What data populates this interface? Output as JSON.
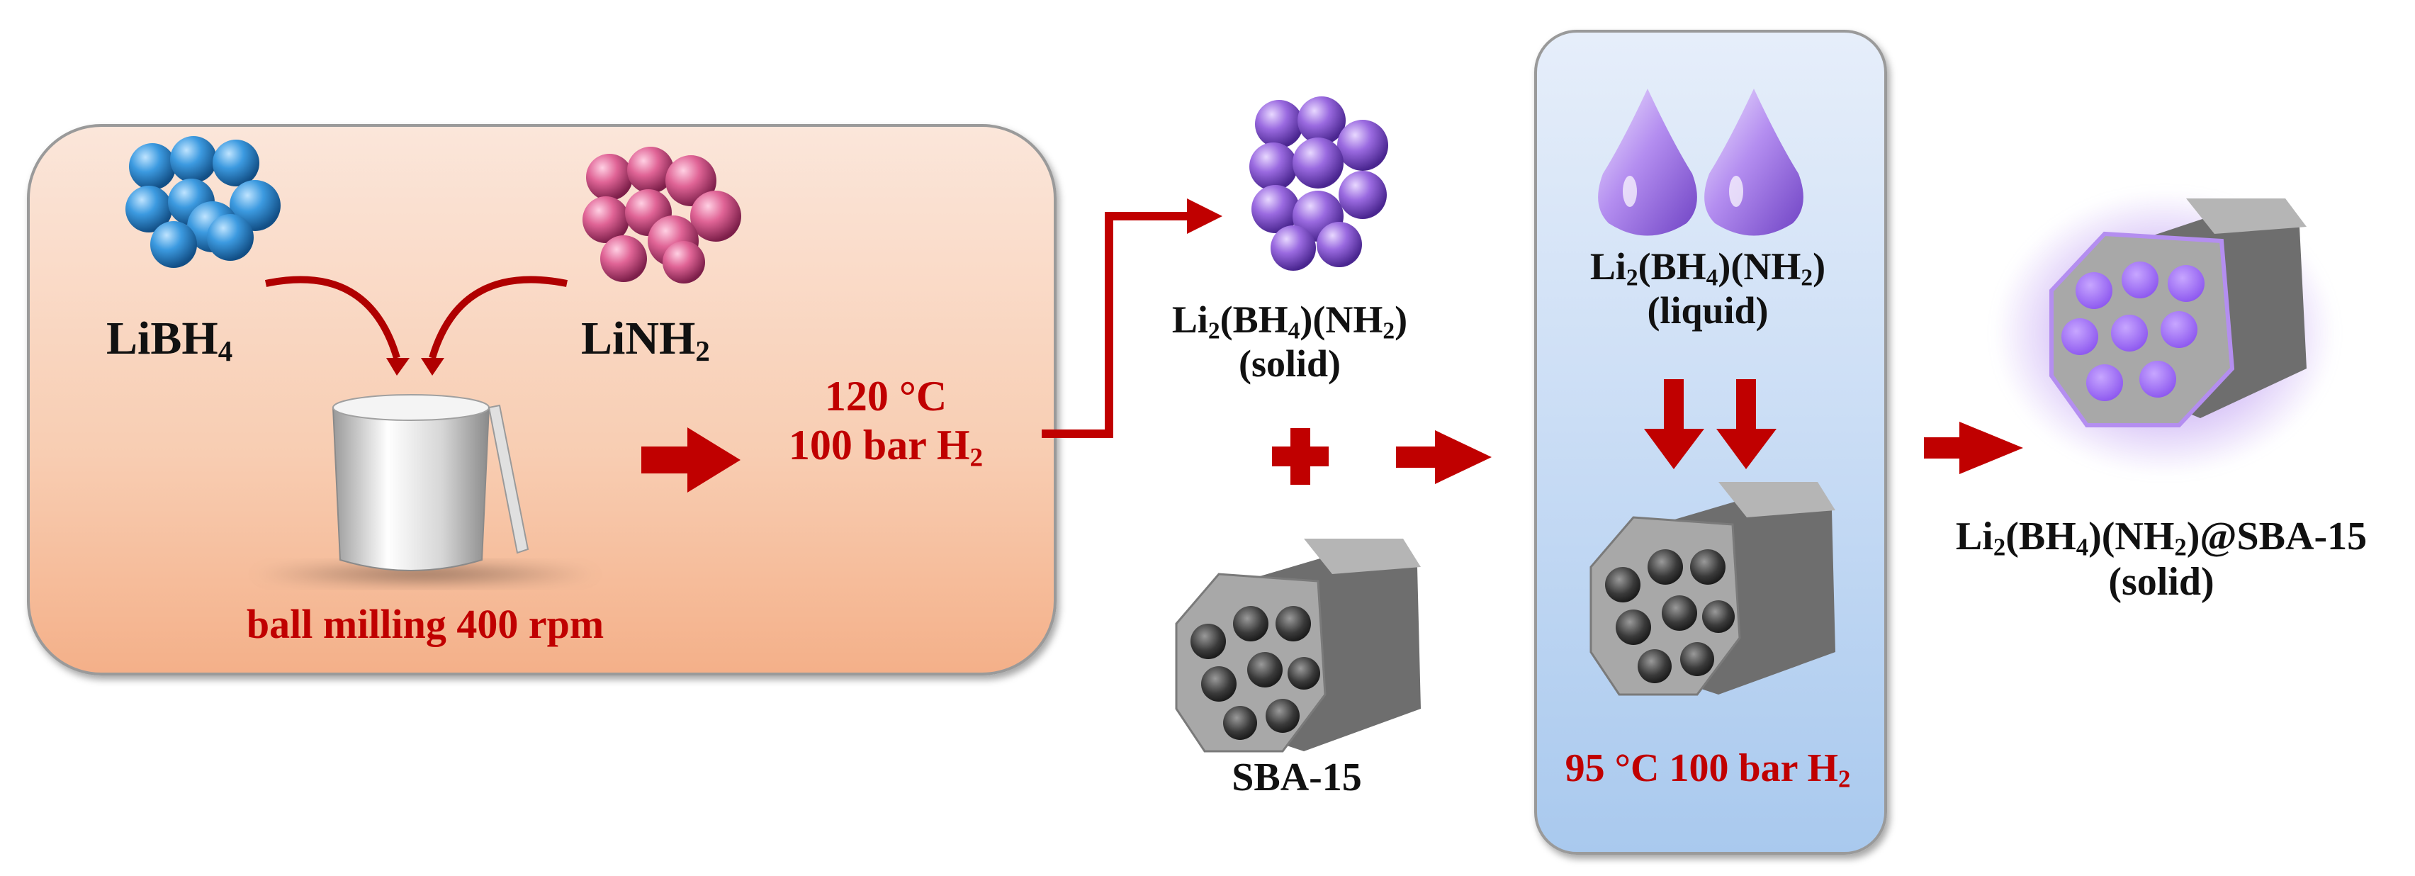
{
  "labels": {
    "libh4": "LiBH",
    "libh4_sub": "4",
    "linh2": "LiNH",
    "linh2_sub": "2",
    "temp1_line1": "120 °C",
    "temp1_line2": "100 bar H",
    "temp1_line2_sub": "2",
    "ball_milling": "ball milling 400 rpm",
    "solid_formula": {
      "a": "Li",
      "s1": "2",
      "b": "(BH",
      "s2": "4",
      "c": ")(NH",
      "s3": "2",
      "d": ")"
    },
    "solid_state": "(solid)",
    "sba15": "SBA-15",
    "liquid_formula": {
      "a": "Li",
      "s1": "2",
      "b": "(BH",
      "s2": "4",
      "c": ")(NH",
      "s3": "2",
      "d": ")"
    },
    "liquid_state": "(liquid)",
    "temp2": "95 °C 100 bar H",
    "temp2_sub": "2",
    "product_formula": {
      "a": "Li",
      "s1": "2",
      "b": "(BH",
      "s2": "4",
      "c": ")(NH",
      "s3": "2",
      "d": ")@SBA-15"
    },
    "product_state": "(solid)"
  },
  "colors": {
    "arrow_red": "#c00000",
    "libh4_blue": "#3c9ae0",
    "linh2_pink": "#e06496",
    "mix_purple": "#9a6ae0",
    "droplet_purple": "#b48ef0",
    "pore_fill": "#9a66f0",
    "sba_gray": "#8c8c8c"
  },
  "icons": [
    "sphere-cluster-icon",
    "ball-mill-jar-icon",
    "droplet-icon",
    "mesoporous-silica-icon",
    "plus-icon",
    "arrow-icon"
  ]
}
